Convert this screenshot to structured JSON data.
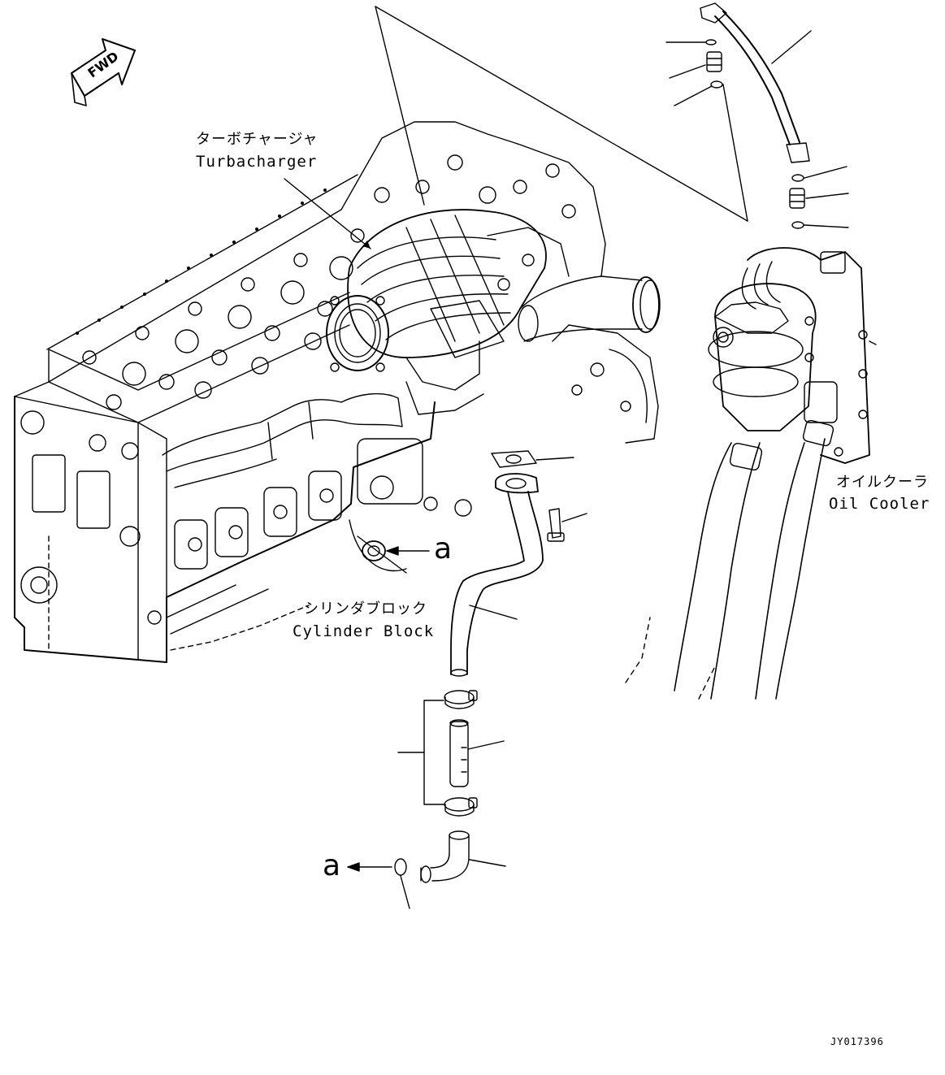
{
  "fwd_label": "FWD",
  "labels": {
    "turbocharger_jp": "ターボチャージャ",
    "turbocharger_en": "Turbacharger",
    "oil_cooler_jp": "オイルクーラ",
    "oil_cooler_en": "Oil Cooler",
    "cylinder_block_jp": "シリンダブロック",
    "cylinder_block_en": "Cylinder Block",
    "connection_a_top": "a",
    "connection_a_bottom": "a"
  },
  "drawing_code": "JY017396",
  "colors": {
    "line": "#000000",
    "background": "#ffffff"
  }
}
